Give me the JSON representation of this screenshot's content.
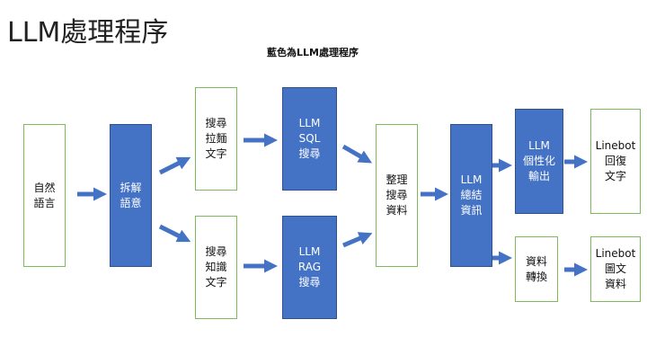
{
  "title": "LLM處理程序",
  "subtitle": "藍色為LLM處理程序",
  "colors": {
    "process_blue": "#4472c4",
    "box_border_green": "#7fba5a",
    "arrow_blue": "#4472c4"
  },
  "nodes": {
    "natural_language": "自然\n語言",
    "parse_intent": "拆解\n語意",
    "search_text": "搜尋\n拉麵\n文字",
    "search_knowledge": "搜尋\n知識\n文字",
    "llm_sql_search": "LLM\nSQL\n搜尋",
    "llm_rag_search": "LLM\nRAG\n搜尋",
    "organize_results": "整理\n搜尋\n資料",
    "llm_summarize": "LLM\n總結\n資訊",
    "llm_personalize": "LLM\n個性化\n輸出",
    "data_convert": "資料\n轉換",
    "linebot_reply": "Linebot\n回復\n文字",
    "linebot_image": "Linebot\n圖文\n資料"
  }
}
